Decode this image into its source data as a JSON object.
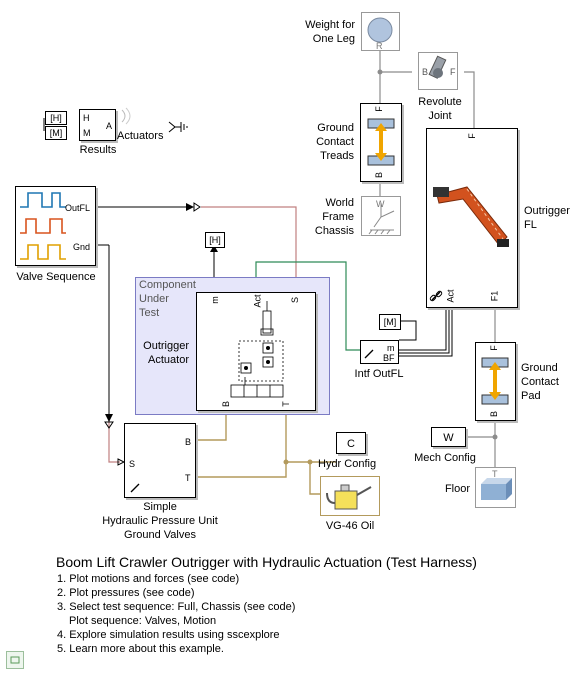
{
  "blocks": {
    "weight": {
      "label_1": "Weight for",
      "label_2": "One Leg",
      "port": "R"
    },
    "revolute": {
      "label_1": "Revolute",
      "label_2": "Joint",
      "port_b": "B",
      "port_f": "F"
    },
    "treads": {
      "label_1": "Ground",
      "label_2": "Contact",
      "label_3": "Treads",
      "port_f": "F",
      "port_b": "B"
    },
    "world": {
      "label_1": "World",
      "label_2": "Frame",
      "label_3": "Chassis",
      "port": "W"
    },
    "outrigger": {
      "label_1": "Outrigger",
      "label_2": "FL",
      "port_f": "F",
      "port_act": "Act",
      "port_f1": "F1"
    },
    "results": {
      "label": "Results",
      "port_h": "H",
      "port_m": "M",
      "port_a": "A",
      "tag_h": "[H]",
      "tag_m": "[M]"
    },
    "actuators": {
      "label": "Actuators"
    },
    "valve_seq": {
      "label": "Valve Sequence",
      "port_out": "OutFL",
      "port_gnd": "Gnd"
    },
    "goto_h": {
      "text": "[H]"
    },
    "component": {
      "label_1": "Component",
      "label_2": "Under",
      "label_3": "Test",
      "actuator_1": "Outrigger",
      "actuator_2": "Actuator",
      "port_m": "m",
      "port_act": "Act",
      "port_s": "S",
      "port_b": "B",
      "port_t": "T"
    },
    "goto_m": {
      "text": "[M]"
    },
    "intf": {
      "label": "Intf OutFL",
      "port_m": "m",
      "port_bf": "BF"
    },
    "pad": {
      "label_1": "Ground",
      "label_2": "Contact",
      "label_3": "Pad",
      "port_f": "F",
      "port_b": "B"
    },
    "mech_config": {
      "label": "Mech Config",
      "text": "W"
    },
    "floor": {
      "label": "Floor",
      "port": "T"
    },
    "hydr_config": {
      "label": "Hydr Config",
      "text": "C"
    },
    "oil": {
      "label": "VG-46 Oil"
    },
    "hpu": {
      "label_1": "Simple",
      "label_2": "Hydraulic Pressure Unit",
      "label_3": "Ground Valves",
      "port_s": "S",
      "port_b": "B",
      "port_t": "T"
    }
  },
  "title": "Boom Lift Crawler Outrigger with Hydraulic Actuation (Test Harness)",
  "links": [
    "1. Plot motions and forces (see code)",
    "2. Plot pressures (see code)",
    "3. Select test sequence: Full, Chassis (see code)",
    "Plot sequence: Valves, Motion",
    "4. Explore simulation results using sscexplore",
    "5. Learn more about this example."
  ],
  "colors": {
    "mech": "#8c8c8c",
    "hydraulic": "#b39a5c",
    "signal_red": "#b84a4a",
    "signal_green": "#2e8b57",
    "subsystem_fill": "#e6e6fa",
    "spring": "#f0a500",
    "boom": "#d2521e"
  }
}
